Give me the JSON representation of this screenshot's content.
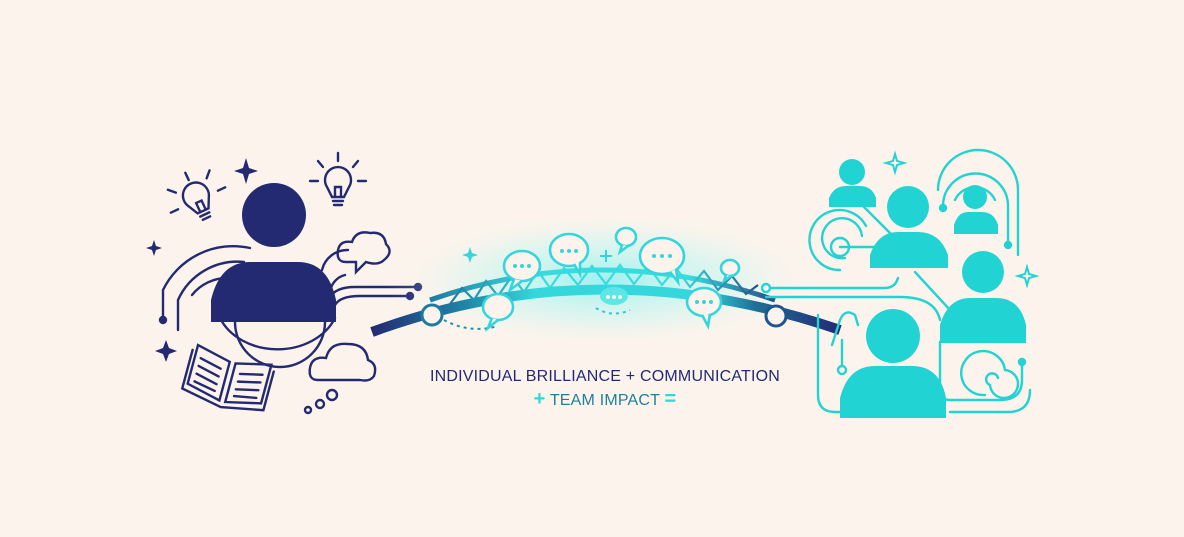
{
  "caption": {
    "line1": "INDIVIDUAL BRILLIANCE + COMMUNICATION",
    "line2_prefix": "+",
    "line2_text": "TEAM IMPACT",
    "line2_suffix": "="
  },
  "colors": {
    "background": "#fcf4ec",
    "individual_navy": "#232a72",
    "team_cyan": "#22d3d3",
    "bridge_glow": "#7ff0f0"
  },
  "left_group": {
    "label": "individual",
    "icons": [
      "person-icon",
      "lightbulb-icon",
      "lightbulb-icon",
      "sparkle-icon",
      "sparkle-icon",
      "sparkle-icon",
      "speech-cloud-icon",
      "thought-cloud-icon",
      "open-book-icon",
      "orbit-arc-icon"
    ]
  },
  "bridge": {
    "label": "communication",
    "icons": [
      "bridge-icon",
      "speech-bubble-icon",
      "speech-bubble-icon",
      "speech-bubble-icon",
      "speech-bubble-icon",
      "speech-bubble-icon",
      "speech-bubble-icon",
      "speech-bubble-icon",
      "sparkle-icon",
      "sparkle-icon"
    ],
    "bubble_text": "..."
  },
  "right_group": {
    "label": "team",
    "icons": [
      "person-icon",
      "person-icon",
      "person-icon",
      "person-icon",
      "person-icon",
      "spiral-icon",
      "spiral-icon",
      "target-icon",
      "sparkle-icon",
      "sparkle-icon",
      "network-line-icon"
    ]
  }
}
